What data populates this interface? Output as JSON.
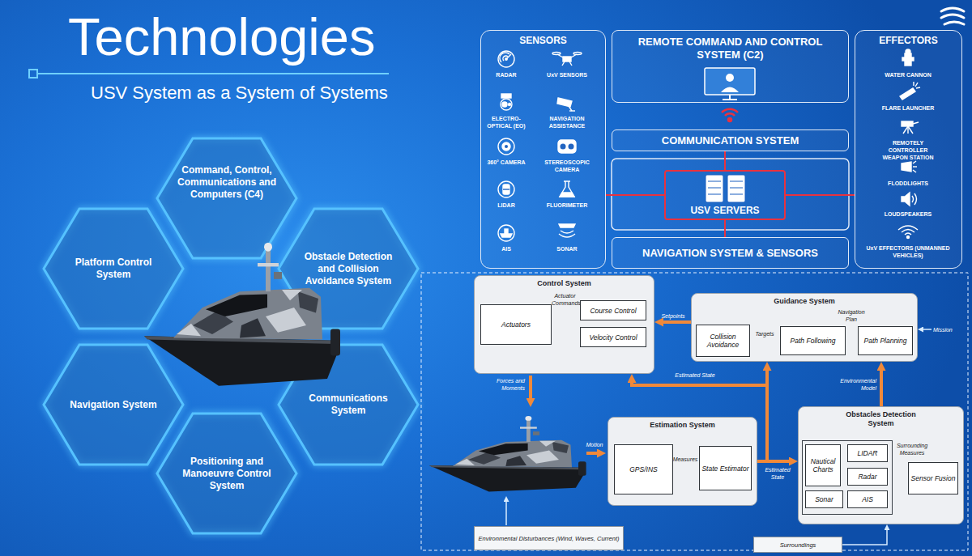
{
  "diagram": {
    "title": "Technologies",
    "nodes": [
      {
        "text": [
          "Command, Control, Communications and Computers (C4)"
        ]
      },
      {
        "text": [
          "Platform Control System"
        ]
      },
      {
        "text": [
          "Obstacle Detection and Collision Avoidance System"
        ]
      },
      {
        "text": [
          "Navigation System"
        ]
      },
      {
        "text": [
          "Communications System"
        ]
      },
      {
        "text": [
          "Positioning and Manoeuvre Control System"
        ]
      },
      {
        "text": [
          "SENSORS"
        ]
      },
      {
        "text": [
          "REMOTE COMMAND AND CONTROL SYSTEM (C2)"
        ]
      },
      {
        "text": [
          "COMMUNICATION SYSTEM"
        ]
      },
      {
        "text": [
          "USV SERVERS"
        ]
      },
      {
        "text": [
          "NAVIGATION SYSTEM & SENSORS"
        ]
      },
      {
        "text": [
          "EFFECTORS"
        ]
      },
      {
        "text": [
          "Control System"
        ]
      },
      {
        "text": [
          "Actuators"
        ],
        "in": 12
      },
      {
        "text": [
          "Course Control"
        ],
        "in": 12
      },
      {
        "text": [
          "Velocity Control"
        ],
        "in": 12
      },
      {
        "text": [
          "Guidance System"
        ]
      },
      {
        "text": [
          "Collision Avoidance"
        ],
        "in": 16
      },
      {
        "text": [
          "Path Following"
        ],
        "in": 16
      },
      {
        "text": [
          "Path Planning"
        ],
        "in": 16
      },
      {
        "text": [
          "Estimation System"
        ]
      },
      {
        "text": [
          "GPS/INS"
        ],
        "in": 20
      },
      {
        "text": [
          "State Estimator"
        ],
        "in": 20
      },
      {
        "text": [
          "Obstacles Detection System"
        ]
      },
      {
        "text": [
          "Nautical Charts"
        ],
        "in": 23
      },
      {
        "text": [
          "LIDAR"
        ],
        "in": 23
      },
      {
        "text": [
          "Radar"
        ],
        "in": 23
      },
      {
        "text": [
          "Sonar"
        ],
        "in": 23
      },
      {
        "text": [
          "AIS"
        ],
        "in": 23
      },
      {
        "text": [
          "Sensor Fusion"
        ],
        "in": 23
      },
      {
        "text": [
          "Environmental Disturbances (Wind, Waves, Current)"
        ]
      },
      {
        "text": [
          "Surroundings"
        ]
      }
    ],
    "edges": [
      {
        "from": 9,
        "to": 6,
        "arrow": "none"
      },
      {
        "from": 9,
        "to": 11,
        "arrow": "none"
      },
      {
        "from": 9,
        "to": 8,
        "arrow": "none"
      },
      {
        "from": 9,
        "to": 10,
        "arrow": "none"
      },
      {
        "from": 14,
        "to": 13,
        "arrow": "to",
        "label": "Actuator Commands"
      },
      {
        "from": 16,
        "to": 12,
        "arrow": "to",
        "label": "Setpoints"
      },
      {
        "from": 19,
        "to": 18,
        "arrow": "to",
        "label": "Navigation Plan"
      },
      {
        "from": 18,
        "to": 17,
        "arrow": "to",
        "label": "Targets"
      },
      {
        "from": 21,
        "to": 22,
        "arrow": "to",
        "label": "Measures"
      },
      {
        "from": 20,
        "to": 12,
        "arrow": "to",
        "label": "Estimated State"
      },
      {
        "from": 20,
        "to": 16,
        "arrow": "to"
      },
      {
        "from": 20,
        "to": 23,
        "arrow": "to",
        "label": "Estimated State"
      },
      {
        "from": 23,
        "to": 16,
        "arrow": "to",
        "label": "Environmental Model"
      },
      {
        "from": 26,
        "to": 29,
        "arrow": "to",
        "label": "Surrounding Measures"
      },
      {
        "from": 31,
        "to": 23,
        "arrow": "to"
      }
    ],
    "labels": [
      "USV System as a System of Systems",
      "RADAR",
      "UxV SENSORS",
      "ELECTRO- OPTICAL (EO)",
      "NAVIGATION ASSISTANCE",
      "360° CAMERA",
      "STEREOSCOPIC CAMERA",
      "LIDAR",
      "FLUORIMETER",
      "AIS",
      "SONAR",
      "WATER CANNON",
      "FLARE LAUNCHER",
      "REMOTELY CONTROLLER WEAPON STATION",
      "FLODDLIGHTS",
      "LOUDSPEAKERS",
      "UxV EFFECTORS (UNMANNED VEHICLES)",
      "Forces and Moments",
      "Motion",
      "Mission"
    ]
  }
}
